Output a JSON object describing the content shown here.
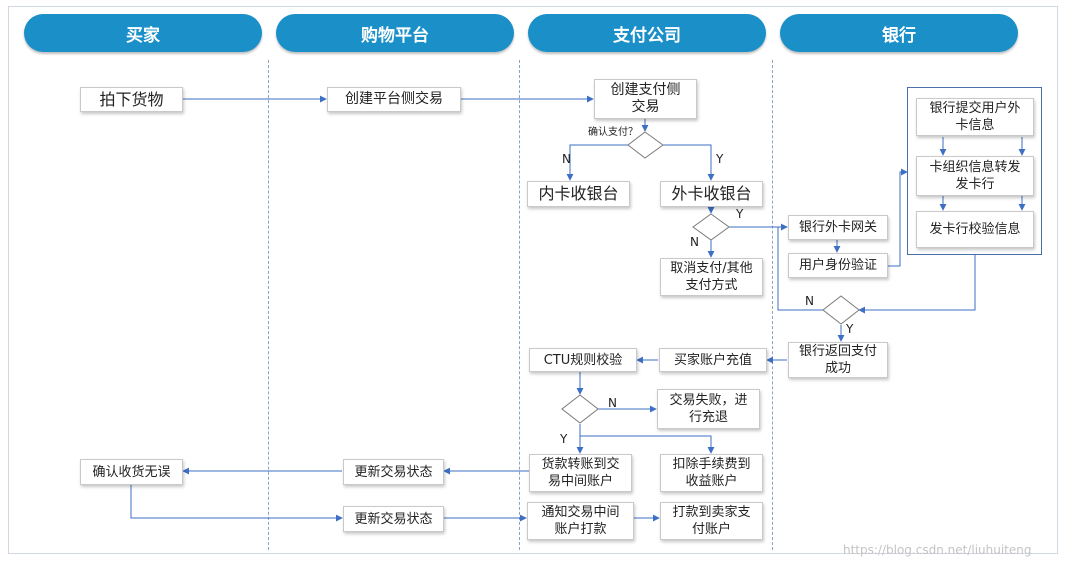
{
  "lanes": {
    "buyer": "买家",
    "platform": "购物平台",
    "payment": "支付公司",
    "bank": "银行"
  },
  "nodes": {
    "pay_down_goods": "拍下货物",
    "create_platform_tx": "创建平台侧交易",
    "create_payment_tx": "创建支付侧\n交易",
    "inner_cashier": "内卡收银台",
    "outer_cashier": "外卡收银台",
    "cancel_payment": "取消支付/其他\n支付方式",
    "bank_gateway": "银行外卡网关",
    "identity_verify": "用户身份验证",
    "submit_card_info": "银行提交用户外\n卡信息",
    "card_org_forward": "卡组织信息转发\n发卡行",
    "issuer_verify": "发卡行校验信息",
    "bank_return_success": "银行返回支付\n成功",
    "buyer_recharge": "买家账户充值",
    "ctu_check": "CTU规则校验",
    "tx_fail_refund": "交易失败，进\n行充退",
    "transfer_intermediate": "货款转账到交\n易中间账户",
    "deduct_fee": "扣除手续费到\n收益账户",
    "confirm_receipt": "确认收货无误",
    "update_status_1": "更新交易状态",
    "update_status_2": "更新交易状态",
    "notify_intermediate": "通知交易中间\n账户打款",
    "pay_to_seller": "打款到卖家支\n付账户"
  },
  "decision_labels": {
    "confirm_pay": "确认支付？",
    "n1": "N",
    "y1": "Y",
    "y2": "Y",
    "n2": "N",
    "n3": "N",
    "y3": "Y",
    "n4": "N",
    "y4": "Y"
  },
  "watermark": "https://blog.csdn.net/liuhuiteng",
  "colors": {
    "lane_header": "#1b8fc7",
    "arrow": "#3d6fc4",
    "divider": "#8aa4c2"
  }
}
